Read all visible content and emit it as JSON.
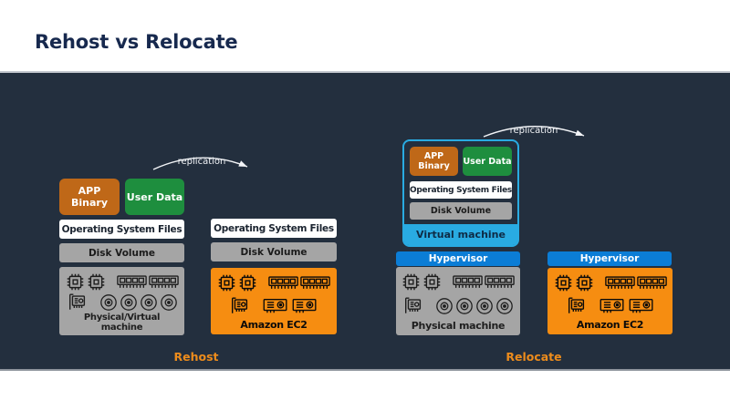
{
  "title": "Rehost vs Relocate",
  "colors": {
    "panel_background": "#232F3E",
    "app_binary_orange": "#BF6818",
    "user_data_green": "#1E8E3E",
    "aws_orange": "#F68D11",
    "hardware_gray": "#A5A5A5",
    "hypervisor_blue": "#0B7DD6",
    "virtual_machine_blue": "#29ABE2",
    "section_label_orange": "#ED8C1C",
    "title_navy": "#17294E"
  },
  "rehost": {
    "section_label": "Rehost",
    "replication": "replication",
    "source": {
      "app_binary": "APP Binary",
      "user_data": "User Data",
      "os_files": "Operating System Files",
      "disk_volume": "Disk Volume",
      "machine_label": "Physical/Virtual machine",
      "icons_row1": [
        "cpu",
        "cpu",
        "gap",
        "ram",
        "ram"
      ],
      "icons_row2": [
        "pci-card",
        "gap",
        "disk",
        "disk",
        "disk",
        "disk"
      ]
    },
    "target": {
      "os_files": "Operating System Files",
      "disk_volume": "Disk Volume",
      "machine_label": "Amazon EC2",
      "icons_row1": [
        "cpu",
        "cpu",
        "gap",
        "ram",
        "ram"
      ],
      "icons_row2": [
        "pci-card",
        "gap",
        "gpu",
        "gpu"
      ]
    }
  },
  "relocate": {
    "section_label": "Relocate",
    "replication": "replication",
    "source": {
      "vm_label": "Virtual machine",
      "app_binary": "APP Binary",
      "user_data": "User Data",
      "os_files": "Operating System Files",
      "disk_volume": "Disk Volume",
      "hypervisor": "Hypervisor",
      "machine_label": "Physical machine",
      "icons_row1": [
        "cpu",
        "cpu",
        "gap",
        "ram",
        "ram"
      ],
      "icons_row2": [
        "pci-card",
        "gap",
        "disk",
        "disk",
        "disk",
        "disk"
      ]
    },
    "target": {
      "hypervisor": "Hypervisor",
      "machine_label": "Amazon EC2",
      "icons_row1": [
        "cpu",
        "cpu",
        "gap",
        "ram",
        "ram"
      ],
      "icons_row2": [
        "pci-card",
        "gap",
        "gpu",
        "gpu"
      ]
    }
  }
}
